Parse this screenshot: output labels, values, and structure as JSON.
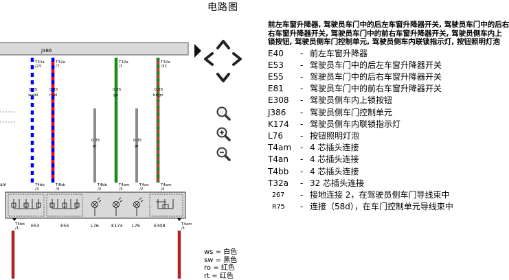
{
  "title": "电路图",
  "legend": {
    "description": [
      "前左车窗升降器, 驾驶员车门中的后左车窗升降器开关, 驾驶员车门中的后右",
      "右车窗升降器开关, 驾驶员车门中的前右车窗升降器开关, 驾驶员侧车内上",
      "锁按钮, 驾驶员侧车门控制单元, 驾驶员侧车内联锁指示灯, 按钮照明灯泡"
    ],
    "items": [
      {
        "code": "E40",
        "text": "前左车窗升降器"
      },
      {
        "code": "E53",
        "text": "驾驶员车门中的后左车窗升降器开关"
      },
      {
        "code": "E55",
        "text": "驾驶员车门中的后右车窗升降器开关"
      },
      {
        "code": "E81",
        "text": "驾驶员车门中的前右车窗升降器开关"
      },
      {
        "code": "E308",
        "text": "驾驶员侧车内上锁按钮"
      },
      {
        "code": "J386",
        "text": "驾驶员侧车门控制单元"
      },
      {
        "code": "K174",
        "text": "驾驶员侧车内联锁指示灯"
      },
      {
        "code": "L76",
        "text": "按钮照明灯泡"
      },
      {
        "code": "T4am",
        "text": "4 芯插头连接"
      },
      {
        "code": "T4an",
        "text": "4 芯插头连接"
      },
      {
        "code": "T4bb",
        "text": "4 芯插头连接"
      },
      {
        "code": "T32a",
        "text": "32 芯插头连接"
      },
      {
        "code": "267",
        "text": "接地连接 2，在驾驶员侧车门导线束中",
        "small": true
      },
      {
        "code": "R75",
        "text": "连接（58d），在车门控制单元导线束中",
        "small": true
      }
    ]
  },
  "colors": [
    {
      "text": "ws = 白色"
    },
    {
      "text": "sw = 黑色"
    },
    {
      "text": "ro = 红色"
    },
    {
      "text": "rt = 红色"
    }
  ],
  "diagram": {
    "unit_label": "J386",
    "wires": [
      {
        "connector": "T32a",
        "pin": "/23",
        "size": "0.35",
        "color": "ws/bl",
        "bottom_connector": "T4bb",
        "bottom_pin": "/3"
      },
      {
        "connector": "T32a",
        "pin": "/7",
        "size": "0.35",
        "color": "rt/bl",
        "bottom_connector": "T4bb",
        "bottom_pin": "/4"
      },
      {
        "connector": "",
        "pin": "",
        "size": "0.35",
        "color": "gr",
        "bottom_connector": "T4bb",
        "bottom_pin": "/2"
      },
      {
        "connector": "T32a",
        "pin": "/1",
        "size": "0.35",
        "color": "gn",
        "bottom_connector": "T4am",
        "bottom_pin": "/3"
      },
      {
        "connector": "",
        "pin": "",
        "size": "0.35",
        "color": "gr",
        "bottom_connector": "T4an",
        "bottom_pin": "/2"
      },
      {
        "connector": "T32a",
        "pin": "/32",
        "size": "0.35",
        "color": "br/gn",
        "bottom_connector": "T4am",
        "bottom_pin": "/4"
      }
    ],
    "left_pin_label": "am",
    "components": [
      "E53",
      "E55",
      "L76",
      "K174",
      "L76",
      "E308"
    ],
    "bottom_left": {
      "connector": "T4bb",
      "pin": "/1"
    },
    "bottom_right": {
      "connector": "T4am",
      "pin": "/1"
    }
  }
}
